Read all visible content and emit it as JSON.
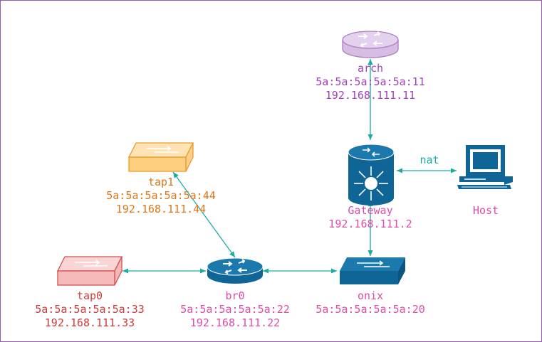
{
  "colors": {
    "frame": "#9b59b6",
    "link": "#1aaba3",
    "device_blue": "#0e6596",
    "arch": "#a23fbd",
    "tap1": "#e0761a",
    "tap0": "#d23a3a",
    "pink": "#e04ca8"
  },
  "nodes": {
    "arch": {
      "icon": "router-icon",
      "name": "arch",
      "mac": "5a:5a:5a:5a:5a:11",
      "ip": "192.168.111.11"
    },
    "gateway": {
      "icon": "layer3-switch-icon",
      "name": "Gateway",
      "ip": "192.168.111.2"
    },
    "host": {
      "icon": "computer-icon",
      "name": "Host"
    },
    "tap1": {
      "icon": "switch-icon",
      "name": "tap1",
      "mac": "5a:5a:5a:5a:5a:44",
      "ip": "192.168.111.44"
    },
    "br0": {
      "icon": "router-icon",
      "name": "br0",
      "mac": "5a:5a:5a:5a:5a:22",
      "ip": "192.168.111.22"
    },
    "onix": {
      "icon": "switch-icon",
      "name": "onix",
      "mac": "5a:5a:5a:5a:5a:20"
    },
    "tap0": {
      "icon": "switch-icon",
      "name": "tap0",
      "mac": "5a:5a:5a:5a:5a:33",
      "ip": "192.168.111.33"
    }
  },
  "links": [
    {
      "from": "arch",
      "to": "gateway"
    },
    {
      "from": "gateway",
      "to": "host",
      "label": "nat"
    },
    {
      "from": "gateway",
      "to": "onix"
    },
    {
      "from": "tap1",
      "to": "br0"
    },
    {
      "from": "tap0",
      "to": "br0"
    },
    {
      "from": "br0",
      "to": "onix"
    }
  ]
}
